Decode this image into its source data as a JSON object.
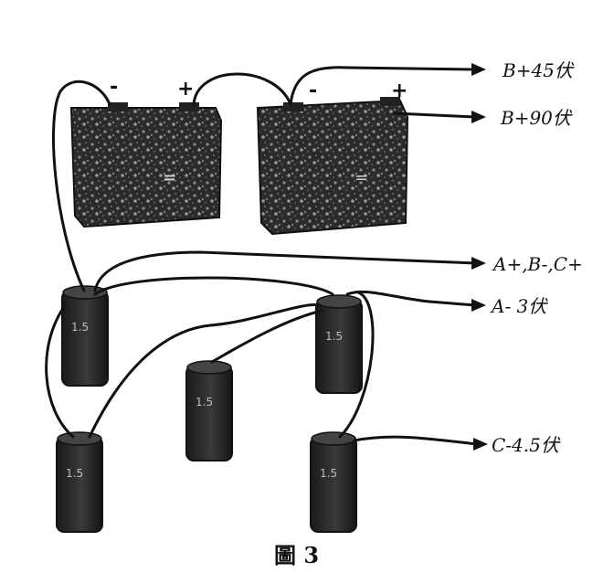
{
  "battery_signs": {
    "b1_minus": "-",
    "b1_plus": "+",
    "b2_minus": "-",
    "b2_plus": "+"
  },
  "terminals": {
    "b_plus_45": "B+45伏",
    "b_plus_90": "B+90伏",
    "a_plus_b_minus_c_plus": "A+,B-,C+",
    "a_minus_3": "A- 3伏",
    "c_minus_45": "C-4.5伏"
  },
  "cell_mark": "1.5",
  "caption": "圖 3",
  "colors": {
    "ink": "#111111",
    "battery_dark": "#2b2b2b",
    "battery_speckle": "#8a8a8a",
    "background": "#ffffff"
  }
}
